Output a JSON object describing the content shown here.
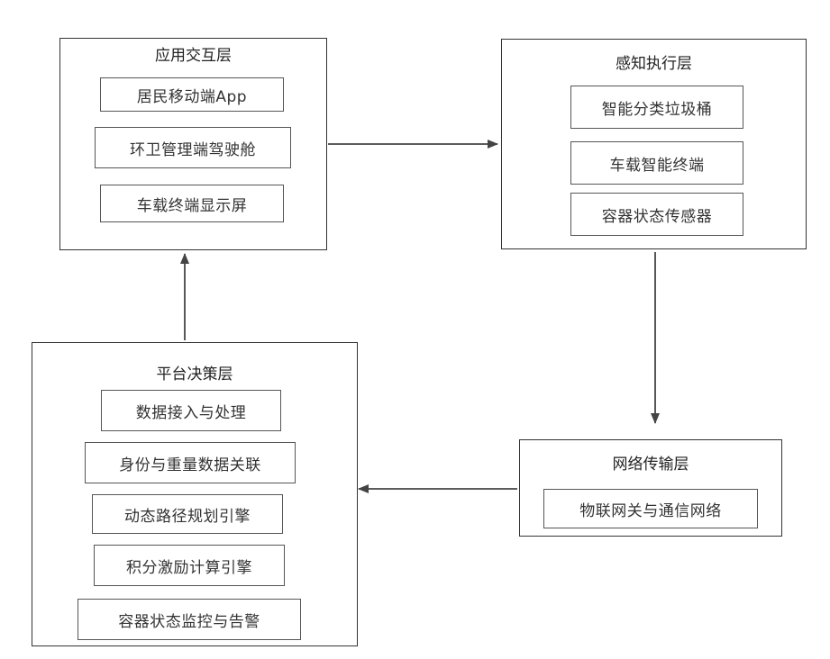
{
  "layers": {
    "app": {
      "title": "应用交互层",
      "modules": [
        "居民移动端App",
        "环卫管理端驾驶舱",
        "车载终端显示屏"
      ]
    },
    "sensing": {
      "title": "感知执行层",
      "modules": [
        "智能分类垃圾桶",
        "车载智能终端",
        "容器状态传感器"
      ]
    },
    "network": {
      "title": "网络传输层",
      "modules": [
        "物联网关与通信网络"
      ]
    },
    "platform": {
      "title": "平台决策层",
      "modules": [
        "数据接入与处理",
        "身份与重量数据关联",
        "动态路径规划引擎",
        "积分激励计算引擎",
        "容器状态监控与告警"
      ]
    }
  }
}
